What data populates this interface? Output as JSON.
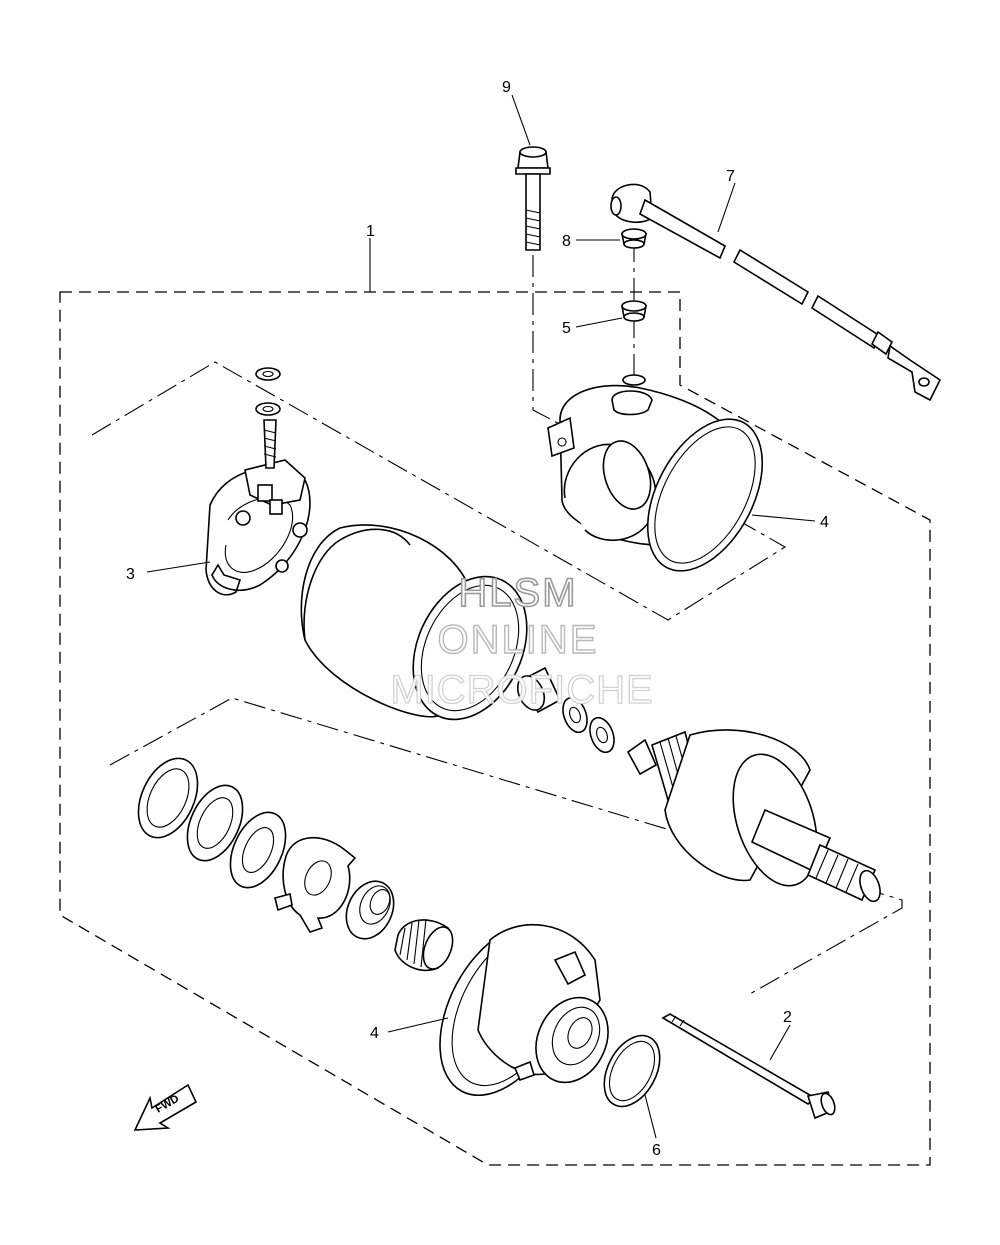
{
  "diagram": {
    "callouts": {
      "c1": "1",
      "c2": "2",
      "c3": "3",
      "c4a": "4",
      "c4b": "4",
      "c5": "5",
      "c6": "6",
      "c7": "7",
      "c8": "8",
      "c9": "9"
    },
    "fwd_label": "FWD",
    "watermark": {
      "line1": "HLSM",
      "line2": "ONLINE",
      "line3": "MICROFICHE"
    }
  }
}
